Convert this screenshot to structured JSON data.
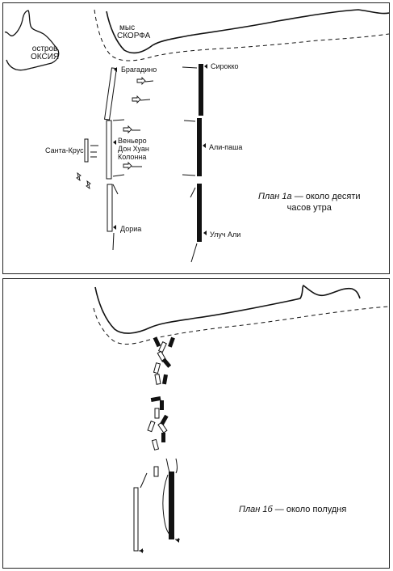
{
  "plan_a": {
    "island_label": [
      "остров",
      "ОКСИЯ"
    ],
    "cape_label": [
      "мыс",
      "СКОРФА"
    ],
    "christian_ships": {
      "bragadino": "Брагадино",
      "veniero": "Веньеро",
      "don_juan": "Дон Хуан",
      "colonna": "Колонна",
      "santa_cruz": "Санта-Крус",
      "doria": "Дориа"
    },
    "ottoman_ships": {
      "sirocco": "Сирокко",
      "ali_pasha": "Али-паша",
      "uluch_ali": "Улуч Али"
    },
    "caption": {
      "plan": "План 1а",
      "rest": " — около десяти",
      "line2": "часов утра"
    }
  },
  "plan_b": {
    "caption": {
      "plan": "План 1б",
      "rest": " — около полудня"
    }
  },
  "colors": {
    "ink": "#111111",
    "paper": "#ffffff"
  },
  "icons": [
    "arrow-icon",
    "ship-marker-icon"
  ]
}
